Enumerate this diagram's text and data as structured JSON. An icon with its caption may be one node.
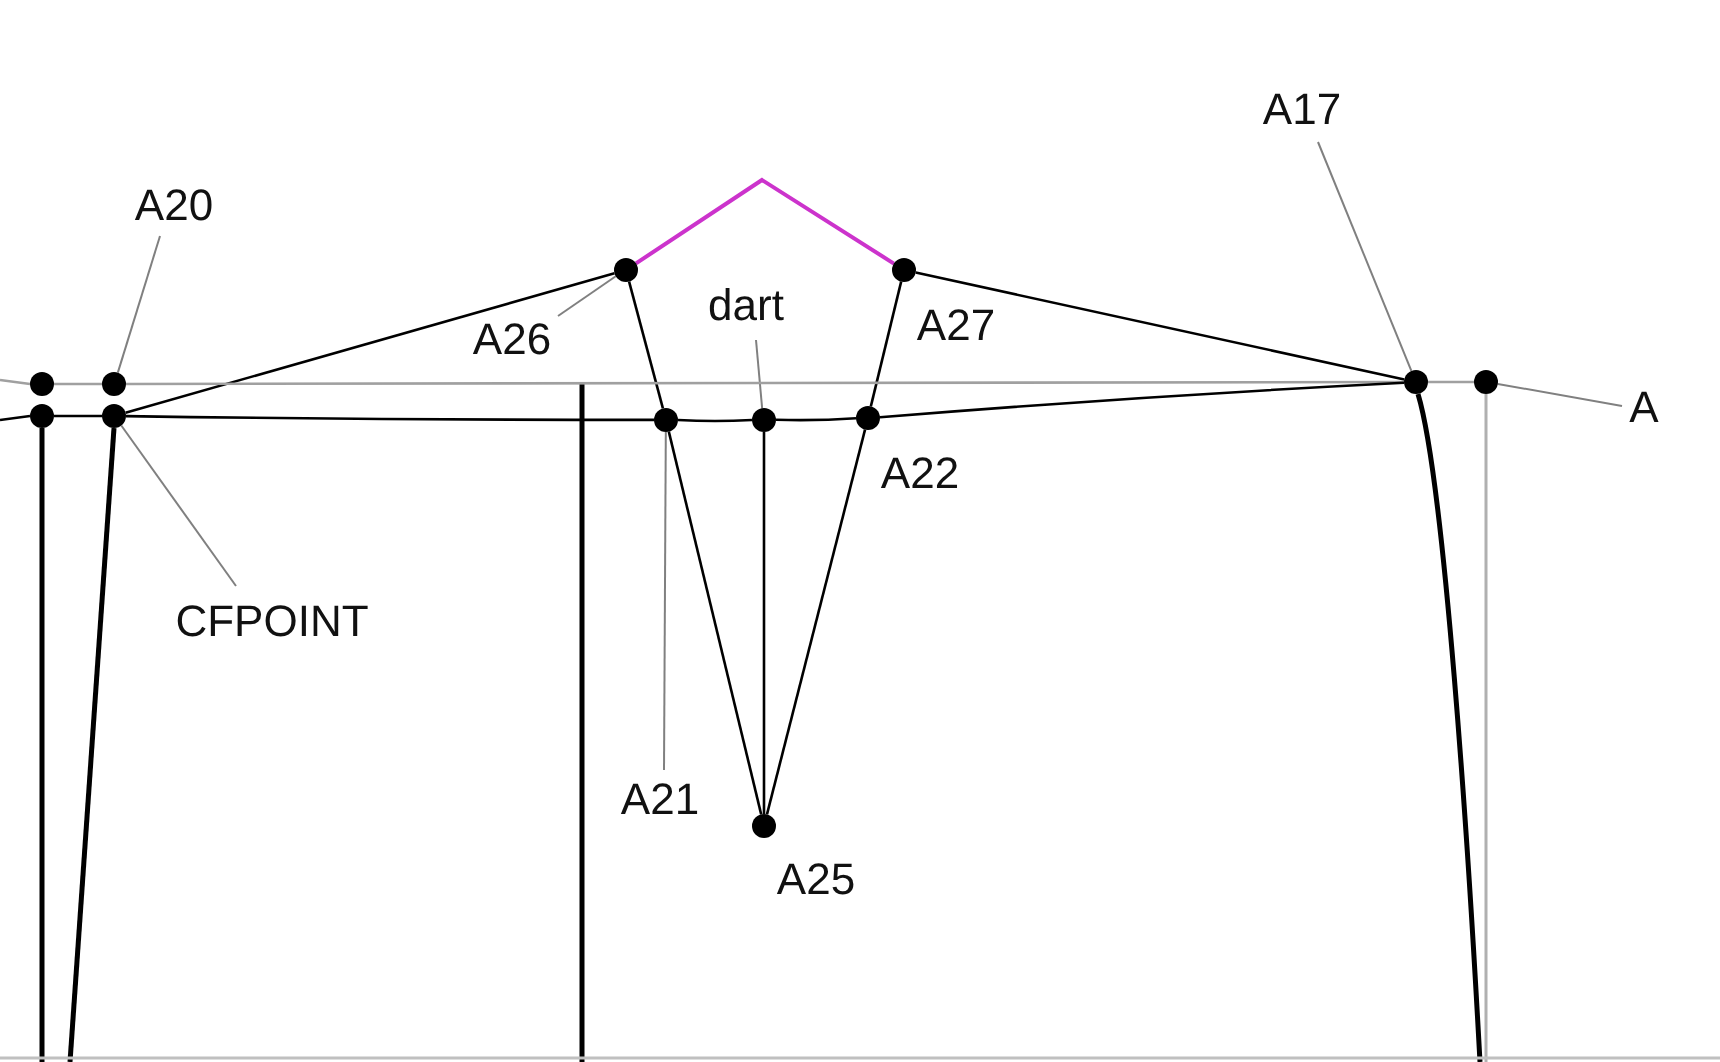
{
  "diagram": {
    "nodes": [
      {
        "text": [
          "A17"
        ]
      },
      {
        "text": [
          "A20"
        ]
      },
      {
        "text": [
          "dart"
        ]
      },
      {
        "text": [
          "A26"
        ]
      },
      {
        "text": [
          "A27"
        ]
      },
      {
        "text": [
          "A"
        ]
      },
      {
        "text": [
          "A22"
        ]
      },
      {
        "text": [
          "CFPOINT"
        ]
      },
      {
        "text": [
          "A21"
        ]
      },
      {
        "text": [
          "A25"
        ]
      },
      {
        "text": [],
        "shape": "circle"
      },
      {
        "text": [],
        "shape": "circle"
      },
      {
        "text": [],
        "shape": "circle"
      },
      {
        "text": [],
        "shape": "circle"
      },
      {
        "text": [],
        "shape": "circle"
      },
      {
        "text": [],
        "shape": "circle"
      },
      {
        "text": [],
        "shape": "circle"
      },
      {
        "text": [],
        "shape": "circle"
      },
      {
        "text": [],
        "shape": "circle"
      },
      {
        "text": [],
        "shape": "circle"
      },
      {
        "text": [],
        "shape": "circle"
      },
      {
        "text": [],
        "shape": "circle"
      }
    ],
    "edges": [
      {
        "from": 0,
        "to": 20,
        "arrow": "none",
        "color": "#808080"
      },
      {
        "from": 1,
        "to": 12,
        "arrow": "none",
        "color": "#808080"
      },
      {
        "from": 2,
        "to": 16,
        "arrow": "none",
        "color": "#808080"
      },
      {
        "from": 3,
        "to": 14,
        "arrow": "none",
        "color": "#808080"
      },
      {
        "from": 5,
        "to": 21,
        "arrow": "none",
        "color": "#808080"
      },
      {
        "from": 7,
        "to": 13,
        "arrow": "none",
        "color": "#808080"
      },
      {
        "from": 8,
        "to": 15,
        "arrow": "none",
        "color": "#808080"
      },
      {
        "from": 14,
        "to": 13,
        "arrow": "none"
      },
      {
        "from": 14,
        "to": 15,
        "arrow": "none"
      },
      {
        "from": 15,
        "to": 17,
        "arrow": "none"
      },
      {
        "from": 16,
        "to": 17,
        "arrow": "none"
      },
      {
        "from": 17,
        "to": 18,
        "arrow": "none"
      },
      {
        "from": 18,
        "to": 19,
        "arrow": "none"
      },
      {
        "from": 19,
        "to": 20,
        "arrow": "none"
      },
      {
        "from": 14,
        "to": 19,
        "arrow": "none",
        "color": "#cc33cc"
      },
      {
        "from": 10,
        "to": 12,
        "arrow": "none",
        "color": "#a0a0a0"
      },
      {
        "from": 12,
        "to": 20,
        "arrow": "none",
        "color": "#a0a0a0"
      },
      {
        "from": 20,
        "to": 21,
        "arrow": "none",
        "color": "#a0a0a0"
      },
      {
        "from": 11,
        "to": 13,
        "arrow": "none"
      },
      {
        "from": 13,
        "to": 15,
        "arrow": "none"
      },
      {
        "from": 15,
        "to": 16,
        "arrow": "none"
      },
      {
        "from": 16,
        "to": 18,
        "arrow": "none"
      },
      {
        "from": 18,
        "to": 20,
        "arrow": "none"
      }
    ]
  }
}
